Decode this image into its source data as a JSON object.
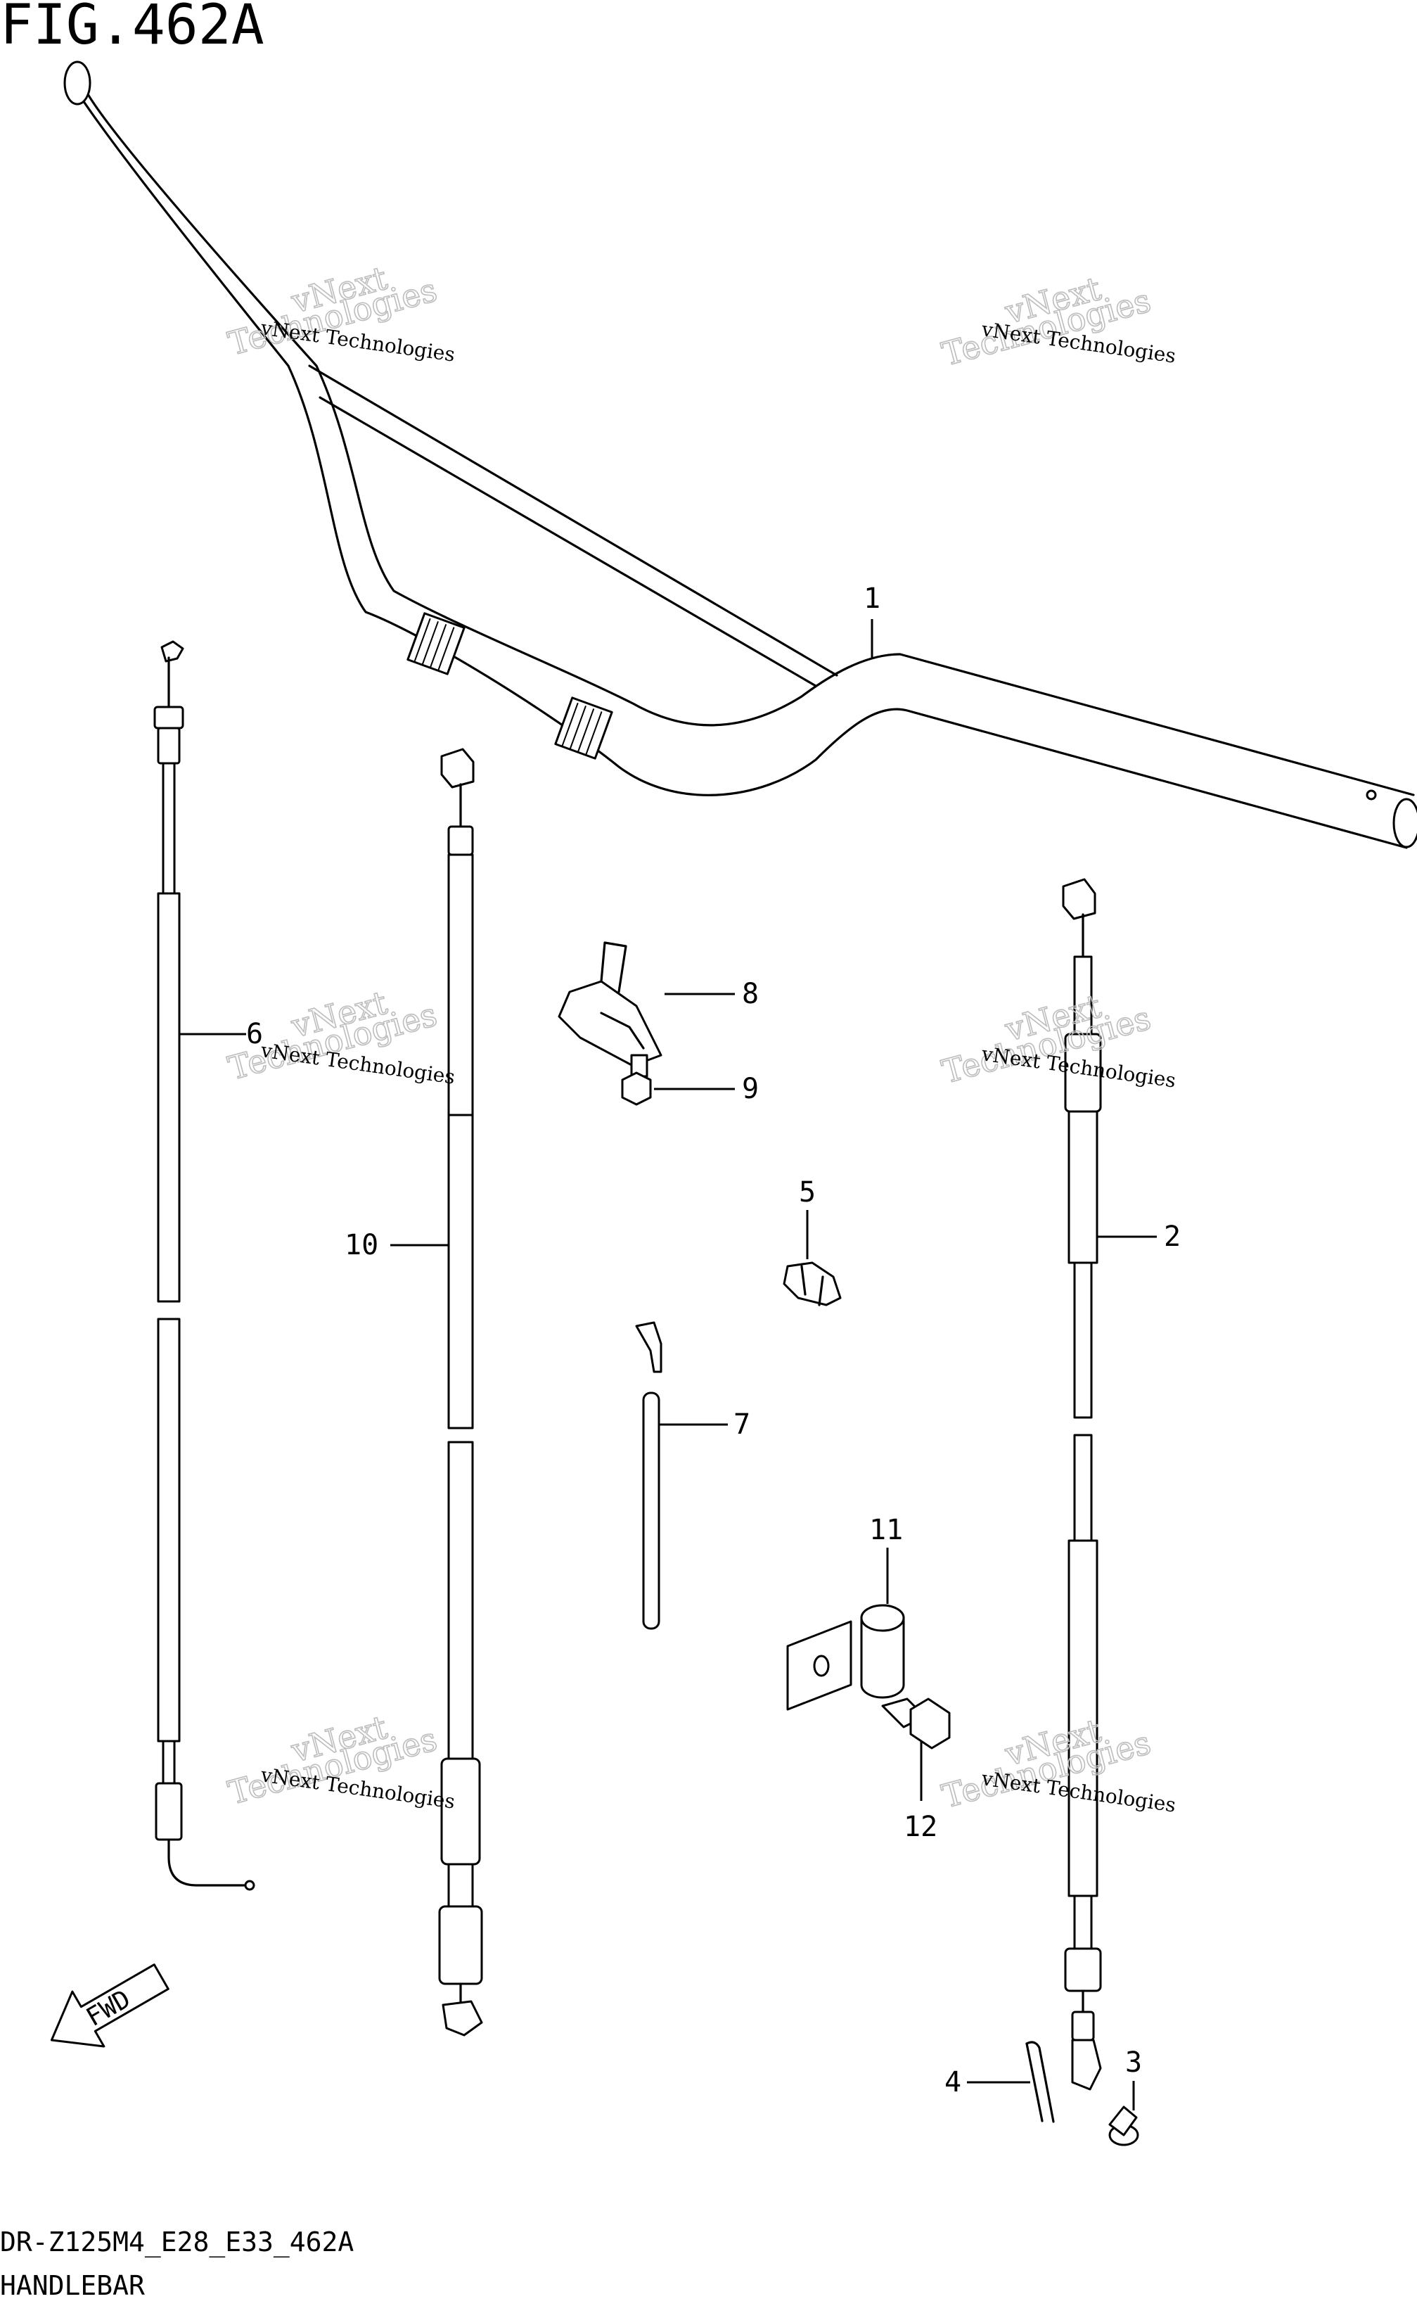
{
  "figure_title": "FIG.462A",
  "callouts": {
    "p1": "1",
    "p2": "2",
    "p3": "3",
    "p4": "4",
    "p5": "5",
    "p6": "6",
    "p7": "7",
    "p8": "8",
    "p9": "9",
    "p10": "10",
    "p11": "11",
    "p12": "12"
  },
  "watermark": {
    "line1": "vNext Technologies",
    "big1": "vNext",
    "big2": "Technologies"
  },
  "fwd_label": "FWD",
  "footer": {
    "model_code": "DR-Z125M4_E28_E33_462A",
    "section_name": "HANDLEBAR"
  }
}
